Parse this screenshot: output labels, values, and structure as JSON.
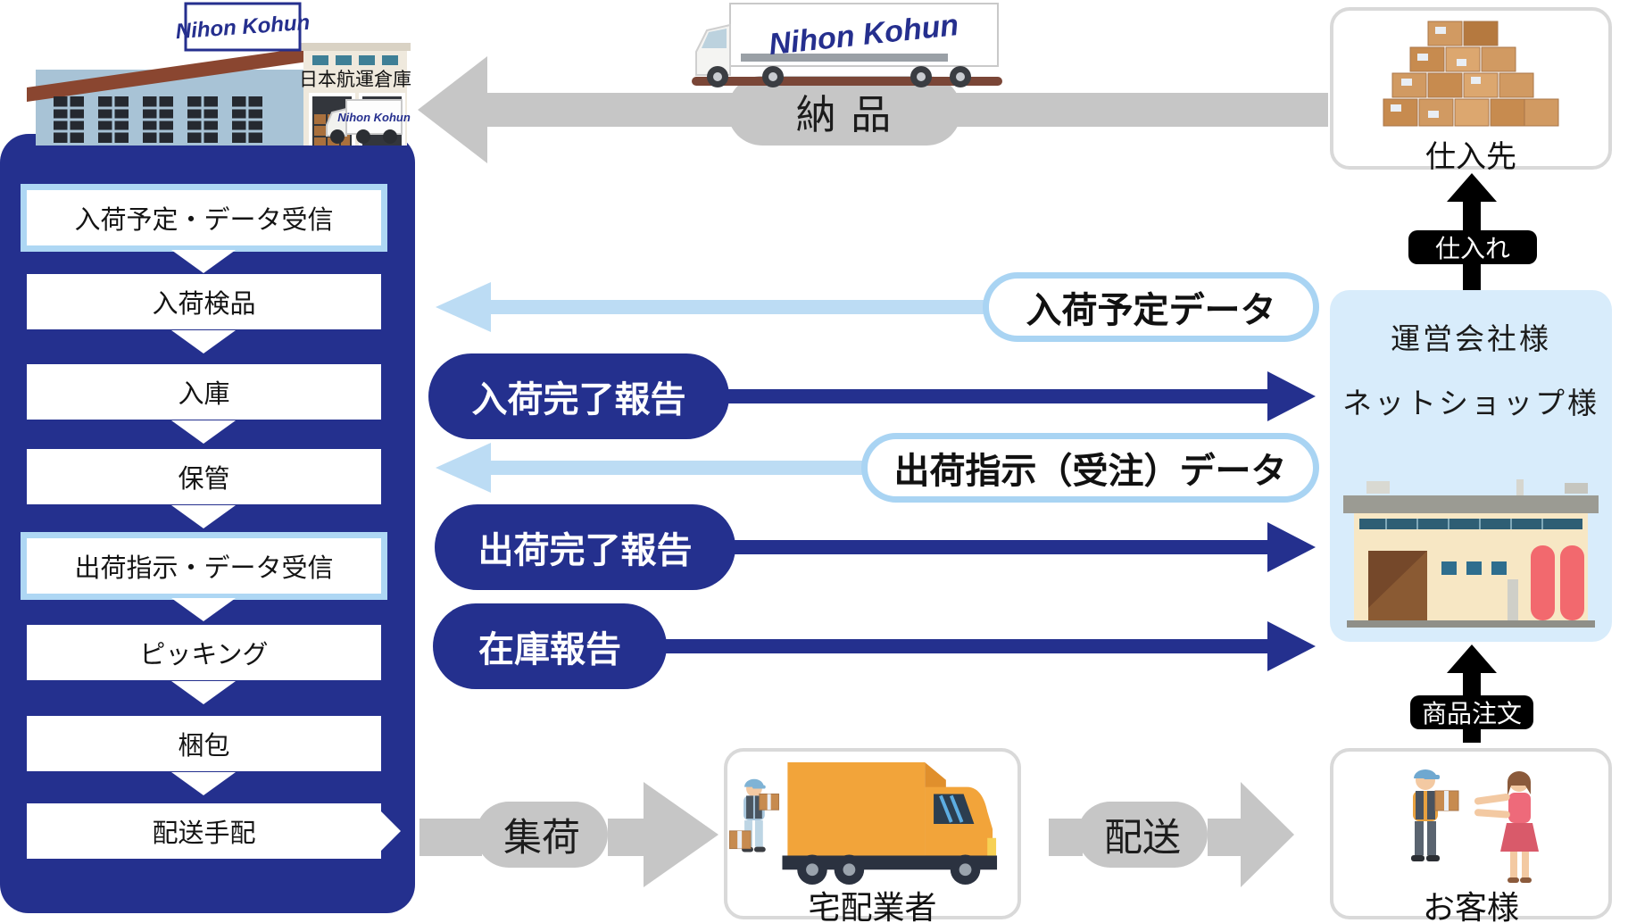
{
  "brand": "Nihon Kohun",
  "colors": {
    "navy": "#24308e",
    "light_blue_border": "#a9d4f3",
    "light_blue_arrow": "#bcdcf4",
    "light_blue_bg": "#d8ecfb",
    "gray_arrow": "#c6c6c6",
    "black_pill": "#000000"
  },
  "warehouse": {
    "building_sign": "日本航運倉庫",
    "logo": "Nihon Kohun"
  },
  "left_panel": {
    "steps": [
      {
        "label": "入荷予定・データ受信",
        "highlighted": true
      },
      {
        "label": "入荷検品",
        "highlighted": false
      },
      {
        "label": "入庫",
        "highlighted": false
      },
      {
        "label": "保管",
        "highlighted": false
      },
      {
        "label": "出荷指示・データ受信",
        "highlighted": true
      },
      {
        "label": "ピッキング",
        "highlighted": false
      },
      {
        "label": "梱包",
        "highlighted": false
      },
      {
        "label": "配送手配",
        "highlighted": false
      }
    ]
  },
  "top_flow": {
    "label": "納 品"
  },
  "supplier_box": {
    "label": "仕入先"
  },
  "purchase_arrow": {
    "label": "仕入れ"
  },
  "operator_box": {
    "line1": "運営会社様",
    "line2": "ネットショップ様"
  },
  "order_arrow": {
    "label": "商品注文"
  },
  "data_arrows": [
    {
      "label": "入荷予定データ",
      "direction": "left",
      "style": "light"
    },
    {
      "label": "入荷完了報告",
      "direction": "right",
      "style": "navy"
    },
    {
      "label": "出荷指示（受注）データ",
      "direction": "left",
      "style": "light"
    },
    {
      "label": "出荷完了報告",
      "direction": "right",
      "style": "navy"
    },
    {
      "label": "在庫報告",
      "direction": "right",
      "style": "navy"
    }
  ],
  "bottom_flow": {
    "pickup_label": "集荷",
    "carrier_box": {
      "label": "宅配業者"
    },
    "delivery_label": "配送",
    "customer_box": {
      "label": "お客様"
    }
  }
}
